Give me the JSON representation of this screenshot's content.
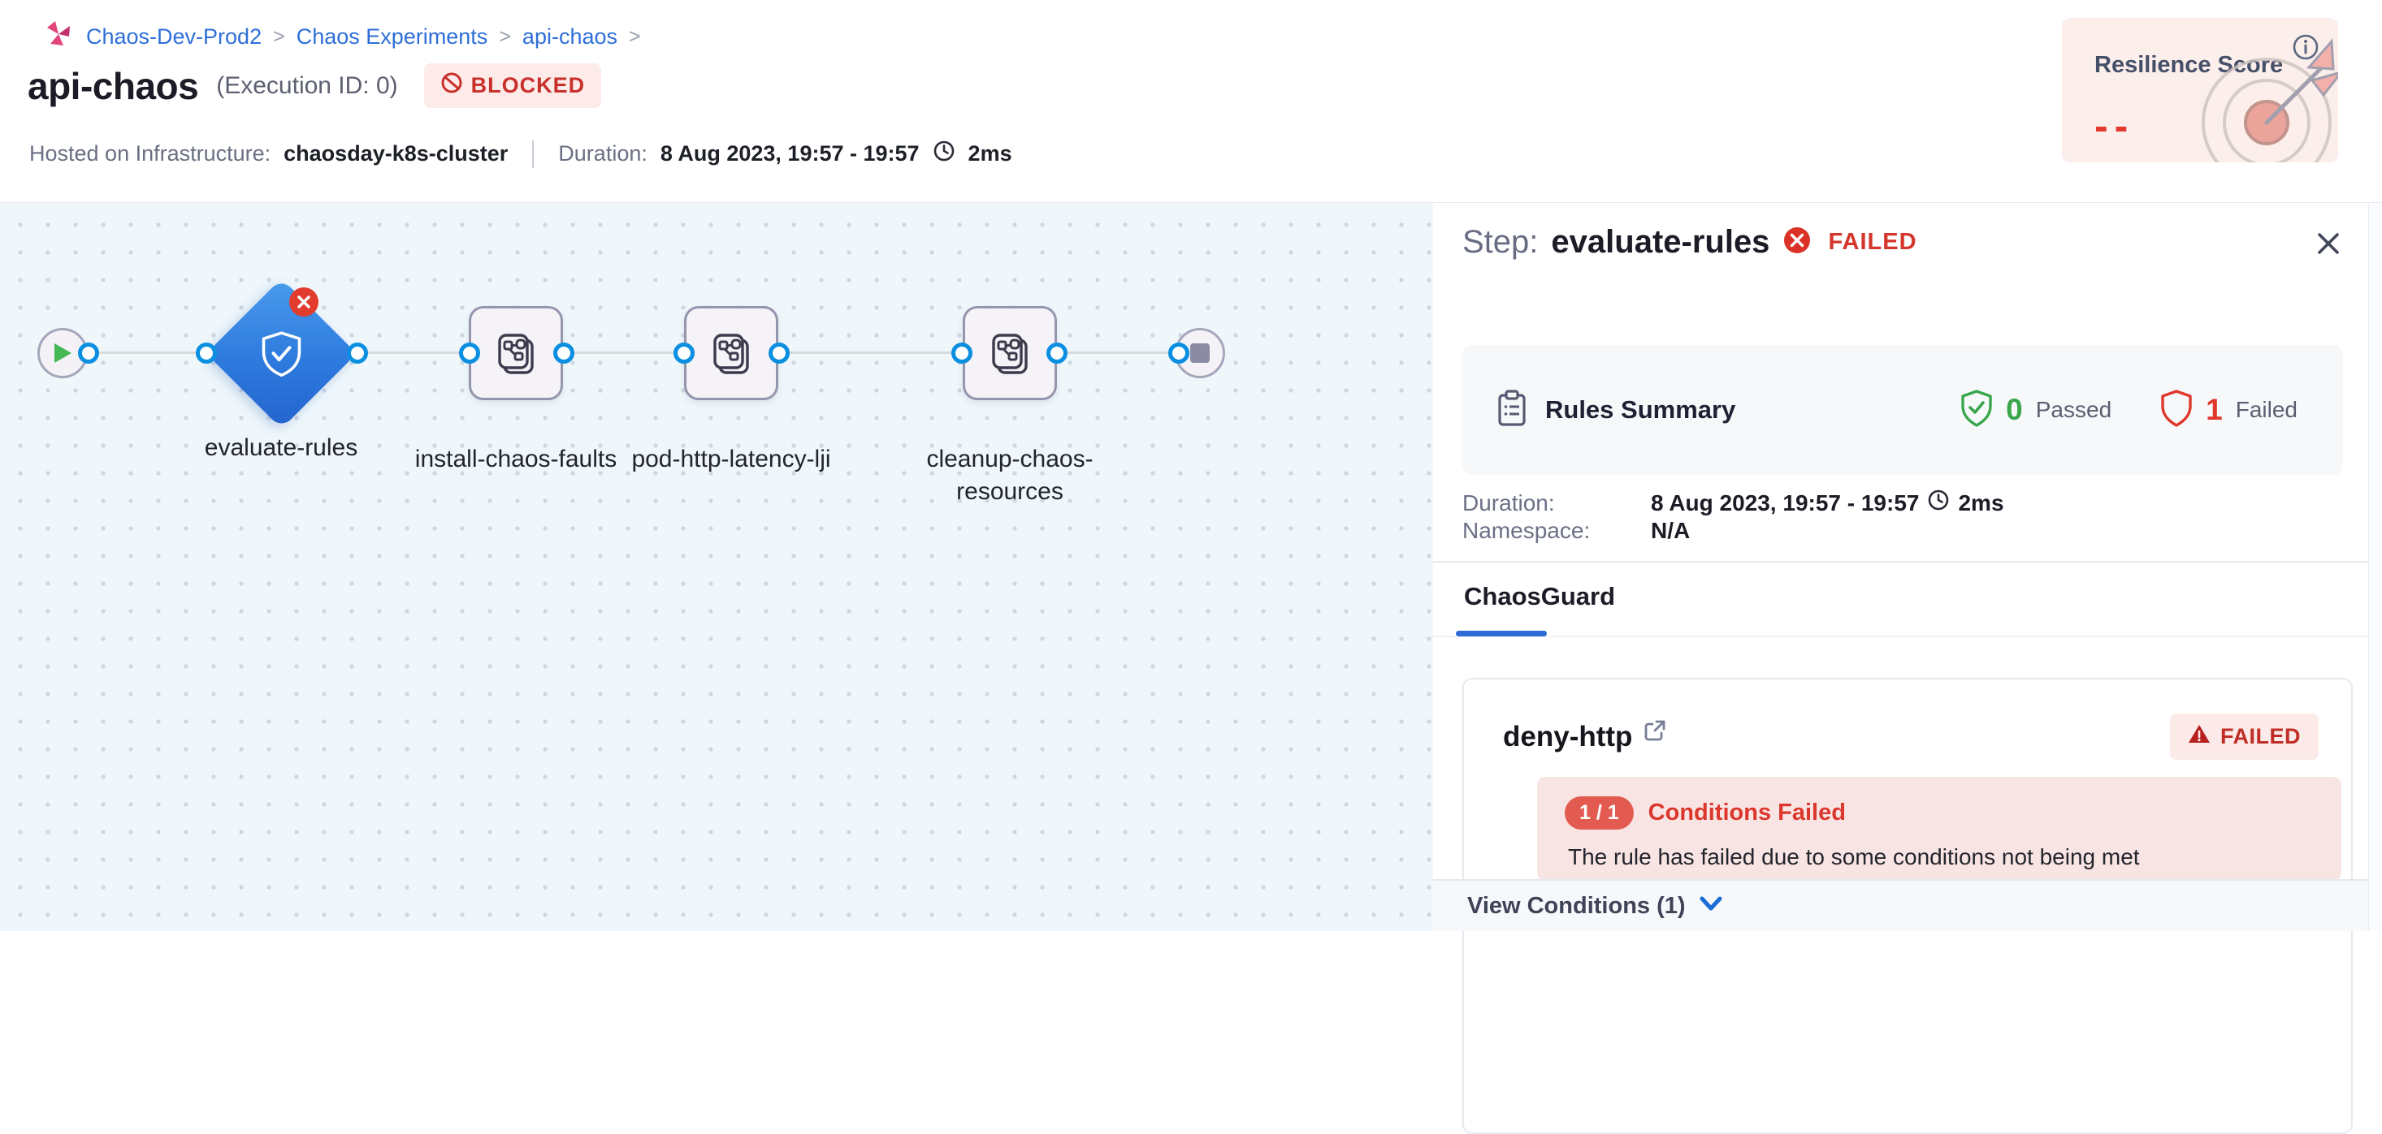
{
  "breadcrumb": {
    "items": [
      "Chaos-Dev-Prod2",
      "Chaos Experiments",
      "api-chaos"
    ],
    "separator": ">"
  },
  "header": {
    "title": "api-chaos",
    "execution_id": "(Execution ID: 0)",
    "status_badge": "BLOCKED",
    "hosted_label": "Hosted on Infrastructure:",
    "hosted_value": "chaosday-k8s-cluster",
    "duration_label": "Duration:",
    "duration_value": "8 Aug 2023, 19:57 - 19:57",
    "duration_elapsed": "2ms"
  },
  "resilience": {
    "title": "Resilience Score",
    "value": "--"
  },
  "pipeline": {
    "labels": [
      "evaluate-rules",
      "install-chaos-faults",
      "pod-http-latency-lji",
      "cleanup-chaos-resources"
    ]
  },
  "panel": {
    "step_label": "Step:",
    "step_name": "evaluate-rules",
    "step_status": "FAILED",
    "rules_summary": {
      "title": "Rules Summary",
      "passed_count": "0",
      "passed_label": "Passed",
      "failed_count": "1",
      "failed_label": "Failed"
    },
    "duration_label": "Duration:",
    "duration_value": "8 Aug 2023, 19:57 - 19:57",
    "duration_elapsed": "2ms",
    "namespace_label": "Namespace:",
    "namespace_value": "N/A",
    "tab": "ChaosGuard",
    "rule_card": {
      "name": "deny-http",
      "status": "FAILED",
      "conditions_pill": "1 / 1",
      "conditions_title": "Conditions Failed",
      "conditions_message": "The rule has failed due to some conditions not being met",
      "footer": "View Conditions (1)"
    }
  },
  "colors": {
    "accent_blue": "#2f6bd8",
    "failed_red": "#da291e",
    "passed_green": "#3aa64c",
    "badge_pink_bg": "#fcebe9",
    "canvas_bg": "#eff7fb",
    "node_blue_top": "#4a9bec",
    "node_blue_bottom": "#2463cd"
  }
}
